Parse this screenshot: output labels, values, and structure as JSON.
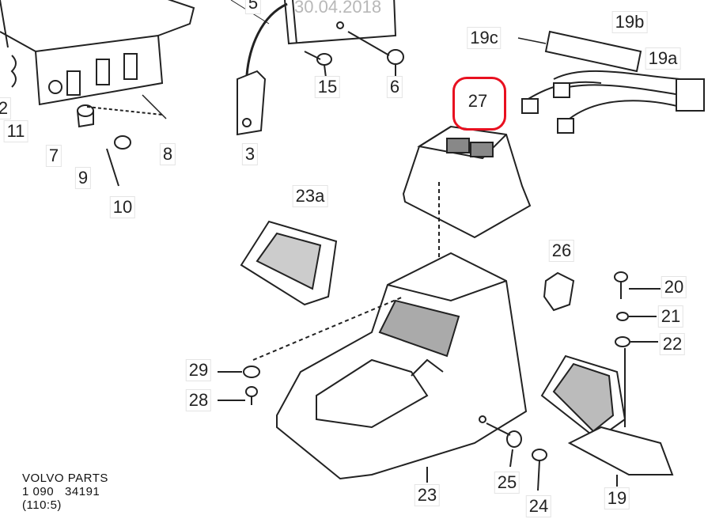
{
  "watermark": "30.04.2018",
  "highlight_color": "#e81020",
  "labels": {
    "p5": "5",
    "p15": "15",
    "p6": "6",
    "p3": "3",
    "p2": "2",
    "p11": "11",
    "p7": "7",
    "p9": "9",
    "p10": "10",
    "p8": "8",
    "p19c": "19c",
    "p19b": "19b",
    "p19a": "19a",
    "p27": "27",
    "p23a": "23a",
    "p26": "26",
    "p20": "20",
    "p21": "21",
    "p22": "22",
    "p29": "29",
    "p28": "28",
    "p23": "23",
    "p25": "25",
    "p24": "24",
    "p19": "19"
  },
  "footer": {
    "line1": "VOLVO PARTS",
    "line2": "1 090   34191",
    "line3": "(110:5)"
  }
}
